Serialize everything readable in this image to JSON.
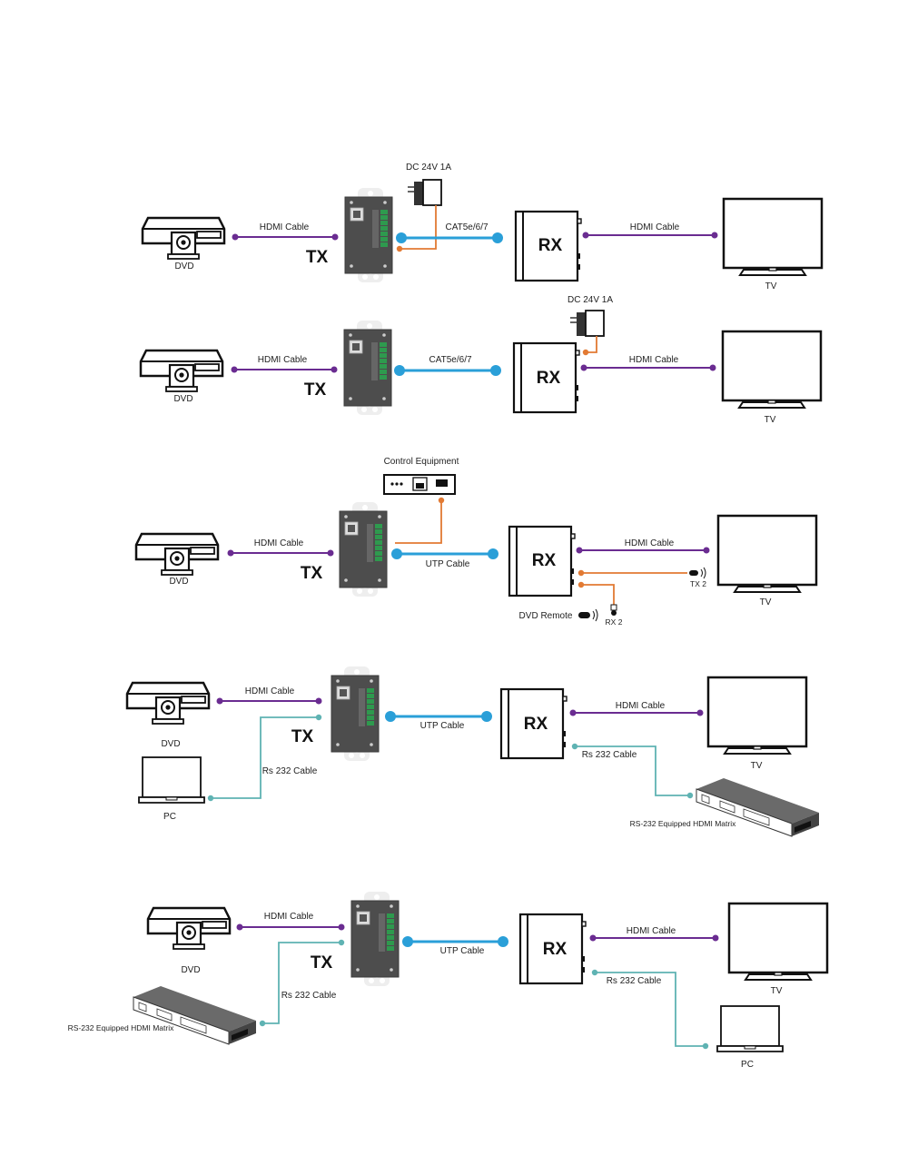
{
  "colors": {
    "hdmi": "#6a2c91",
    "cat": "#2a9fd8",
    "power_ir": "#e27a33",
    "rs232": "#5fb3b3",
    "device_dark": "#4a4a4a",
    "terminal_green": "#2e9a4e"
  },
  "labels": {
    "tx": "TX",
    "rx": "RX",
    "dvd": "DVD",
    "tv": "TV",
    "pc": "PC",
    "hdmi_cable": "HDMI Cable",
    "cat_cable": "CAT5e/6/7",
    "utp_cable": "UTP Cable",
    "rs232_cable": "Rs 232 Cable",
    "power": "DC 24V 1A",
    "control_equipment": "Control Equipment",
    "dvd_remote": "DVD Remote",
    "tx2": "TX 2",
    "rx2": "RX 2",
    "matrix": "RS-232 Equipped HDMI Matrix"
  },
  "diagrams": [
    {
      "id": "power-at-tx",
      "link": "CAT5e/6/7",
      "power": "TX"
    },
    {
      "id": "power-at-rx",
      "link": "CAT5e/6/7",
      "power": "RX"
    },
    {
      "id": "ir-control",
      "link": "UTP Cable",
      "extra": "Control Equipment / IR"
    },
    {
      "id": "rs232-pc-to-matrix",
      "link": "UTP Cable",
      "extra": "RS-232 PC → Matrix"
    },
    {
      "id": "rs232-matrix-to-pc",
      "link": "UTP Cable",
      "extra": "RS-232 Matrix → PC"
    }
  ]
}
